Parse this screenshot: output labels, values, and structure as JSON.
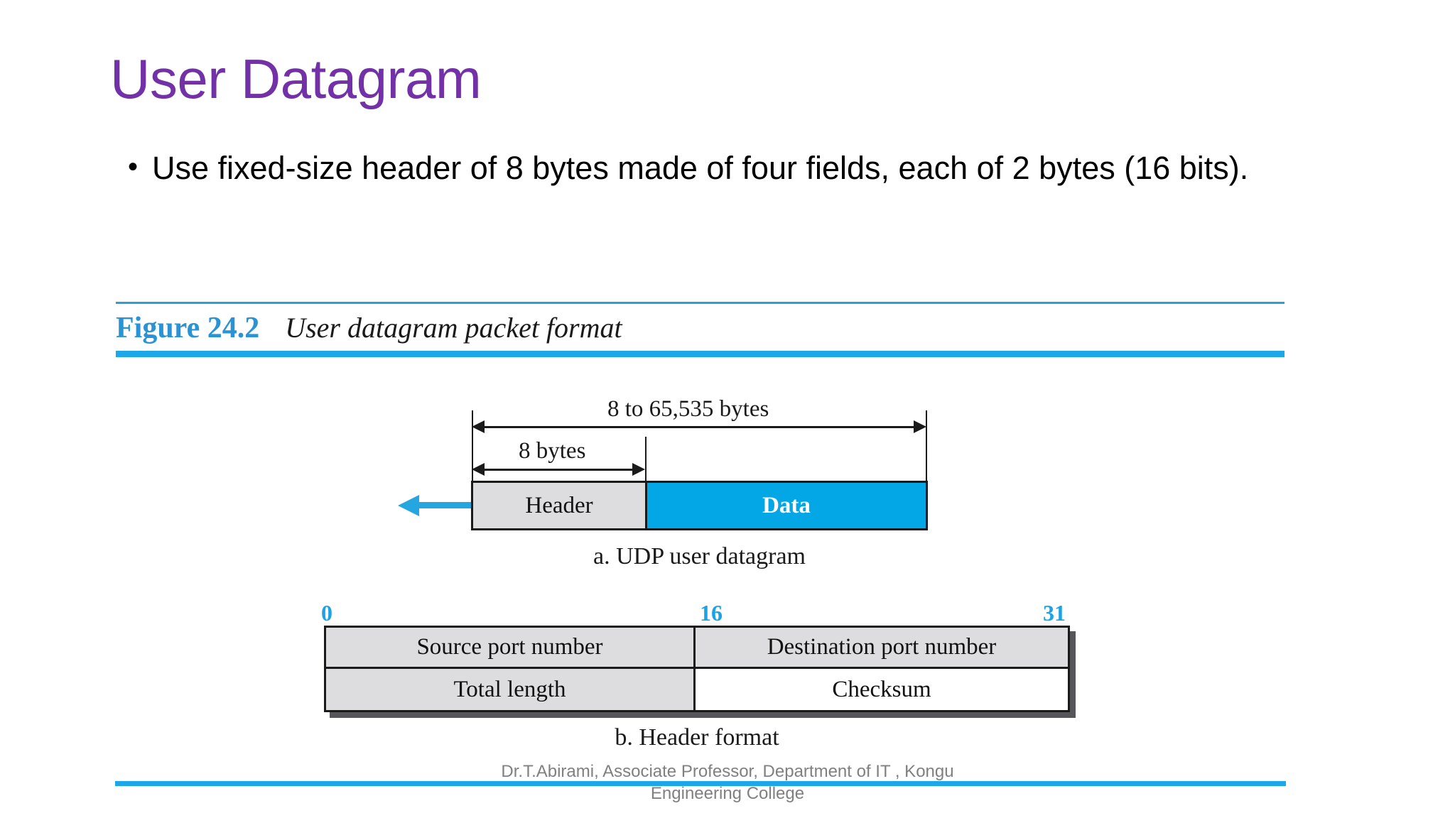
{
  "slide": {
    "title": "User Datagram",
    "title_color": "#7331a8",
    "background": "#ffffff"
  },
  "body": {
    "bullets": [
      {
        "marker": "•",
        "text": "Use fixed-size header of 8 bytes made of four fields, each of 2 bytes (16 bits)."
      }
    ]
  },
  "figure": {
    "number": "Figure 24.2",
    "number_color": "#2a93d4",
    "title": "User datagram packet format",
    "rule_color": "#1ca7e8"
  },
  "diagram_a": {
    "caption": "a. UDP user datagram",
    "total_dimension_label": "8 to 65,535 bytes",
    "header_dimension_label": "8 bytes",
    "blocks": [
      {
        "label": "Header",
        "fill": "#dddddf",
        "text_color": "#111111"
      },
      {
        "label": "Data",
        "fill": "#04a7e6",
        "text_color": "#ffffff"
      }
    ],
    "pointer_color": "#24a6e0"
  },
  "diagram_b": {
    "caption": "b. Header format",
    "bit_ruler": [
      "0",
      "16",
      "31"
    ],
    "bit_ruler_color": "#1ba3e6",
    "rows": [
      [
        {
          "label": "Source port number",
          "fill": "#dddddf"
        },
        {
          "label": "Destination port number",
          "fill": "#dddddf"
        }
      ],
      [
        {
          "label": "Total length",
          "fill": "#dddddf"
        },
        {
          "label": "Checksum",
          "fill": "#ffffff"
        }
      ]
    ]
  },
  "footer": {
    "line1": "Dr.T.Abirami, Associate Professor,  Department of IT , Kongu",
    "line2": "Engineering College",
    "rule_color": "#1ca7e8"
  }
}
